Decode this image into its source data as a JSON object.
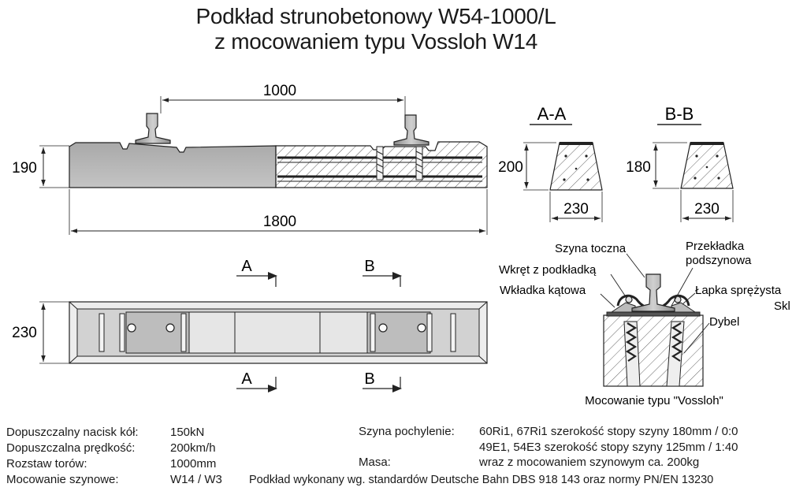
{
  "title": {
    "line1": "Podkład strunobetonowy W54-1000/L",
    "line2": "z mocowaniem  typu Vossloh W14"
  },
  "side_view": {
    "gauge": "1000",
    "height": "190",
    "length": "1800"
  },
  "plan_view": {
    "width": "230",
    "section_a": "A",
    "section_b": "B"
  },
  "section_aa": {
    "label": "A-A",
    "height": "200",
    "base": "230"
  },
  "section_bb": {
    "label": "B-B",
    "height": "180",
    "base": "230"
  },
  "fastening": {
    "szyna": "Szyna toczna",
    "przekladka_1": "Przekładka",
    "przekladka_2": "podszynowa",
    "wkret": "Wkręt z podkładką",
    "lapka_1": "Łapka sprężysta",
    "lapka_2": "Skl",
    "wkladka": "Wkładka kątowa",
    "dybel": "Dybel",
    "caption": "Mocowanie typu \"Vossloh\""
  },
  "specs": {
    "nacisk_label": "Dopuszczalny nacisk kół:",
    "nacisk_value": "150kN",
    "predkosc_label": "Dopuszczalna prędkość:",
    "predkosc_value": "200km/h",
    "rozstaw_label": "Rozstaw torów:",
    "rozstaw_value": "1000mm",
    "mocowanie_label": "Mocowanie szynowe:",
    "mocowanie_value": "W14 / W3",
    "pochylenie_label": "Szyna pochylenie:",
    "pochylenie_line1": "60Ri1, 67Ri1 szerokość stopy szyny 180mm / 0:0",
    "pochylenie_line2": "49E1, 54E3 szerokość stopy szyny 125mm / 1:40",
    "masa_label": "Masa:",
    "masa_value": "wraz z mocowaniem szynowym ca. 200kg",
    "standard": "Podkład wykonany wg. standardów Deutsche Bahn DBS 918 143 oraz normy PN/EN 13230"
  }
}
